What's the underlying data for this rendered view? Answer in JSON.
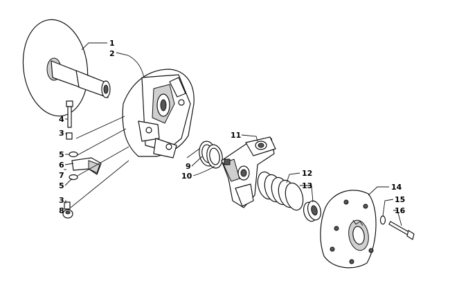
{
  "diagram": {
    "callouts": [
      {
        "id": "c1",
        "label": "1"
      },
      {
        "id": "c2",
        "label": "2"
      },
      {
        "id": "c4",
        "label": "4"
      },
      {
        "id": "c3a",
        "label": "3"
      },
      {
        "id": "c5a",
        "label": "5"
      },
      {
        "id": "c6",
        "label": "6"
      },
      {
        "id": "c7",
        "label": "7"
      },
      {
        "id": "c5b",
        "label": "5"
      },
      {
        "id": "c3b",
        "label": "3"
      },
      {
        "id": "c8",
        "label": "8"
      },
      {
        "id": "c9",
        "label": "9"
      },
      {
        "id": "c10",
        "label": "10"
      },
      {
        "id": "c11",
        "label": "11"
      },
      {
        "id": "c12",
        "label": "12"
      },
      {
        "id": "c13",
        "label": "13"
      },
      {
        "id": "c14",
        "label": "14"
      },
      {
        "id": "c15",
        "label": "15"
      },
      {
        "id": "c16",
        "label": "16"
      }
    ]
  }
}
